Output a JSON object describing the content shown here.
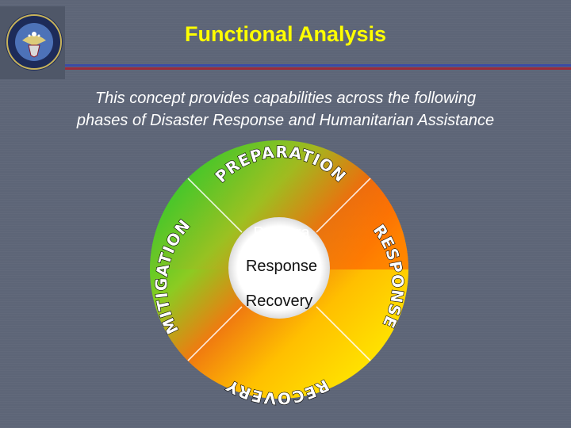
{
  "slide": {
    "title": "Functional Analysis",
    "subtitle_lines": [
      "This concept provides capabilities across the following",
      "phases of Disaster Response and Humanitarian Assistance"
    ]
  },
  "wheel": {
    "segments": [
      "PREPARATION",
      "RESPONSE",
      "RECOVERY",
      "MITIGATION"
    ],
    "center_items": [
      "Prepara",
      "Response",
      "Recovery"
    ]
  },
  "colors": {
    "title": "#ffff00",
    "background": "#5d6577",
    "rule_blue": "#3b4aa5",
    "rule_red": "#9c2a3a"
  }
}
